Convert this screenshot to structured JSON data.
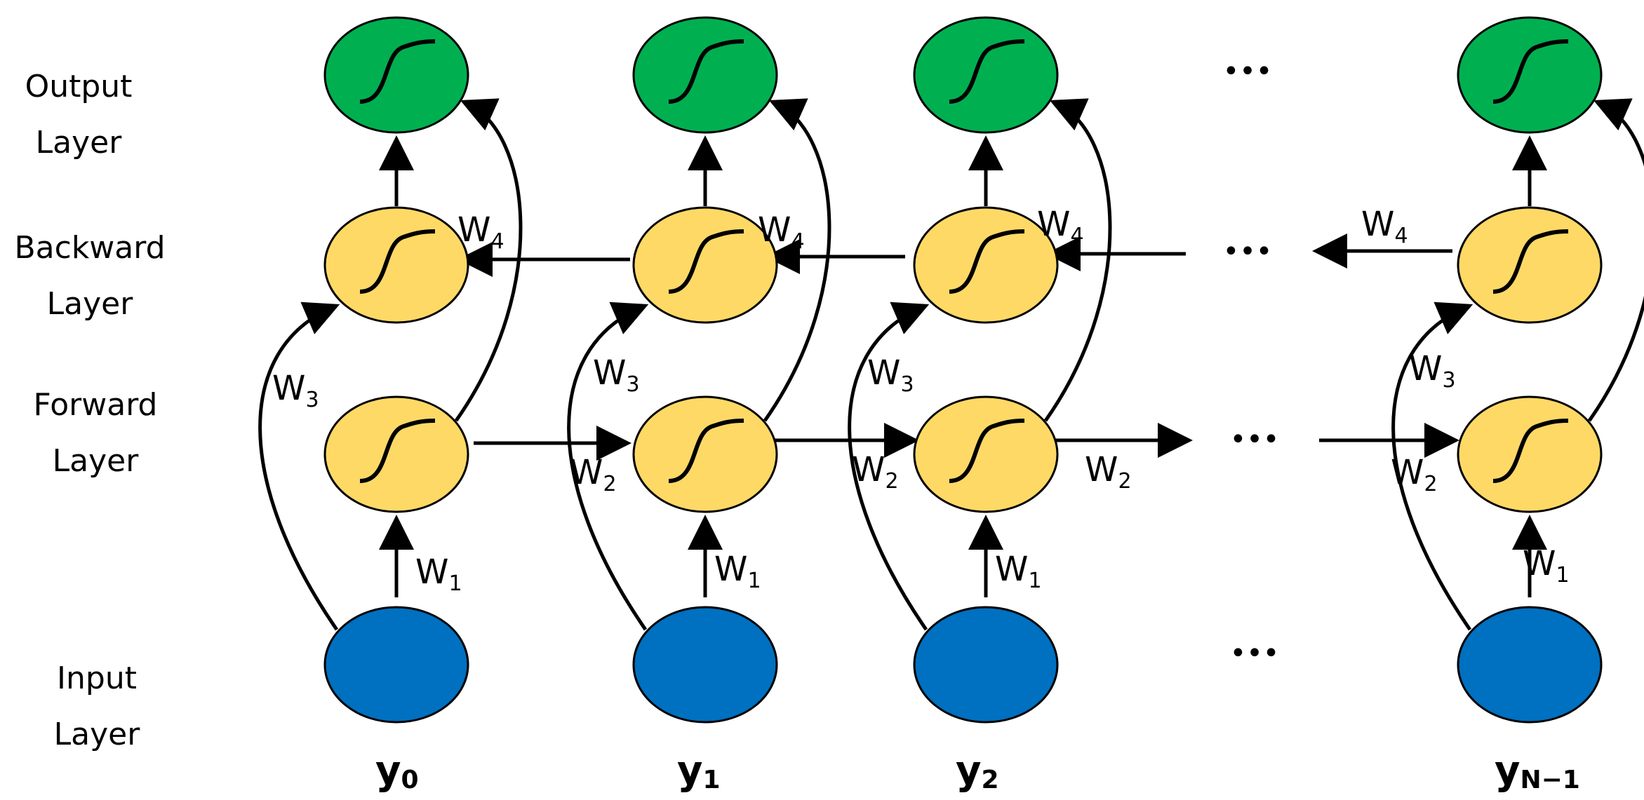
{
  "layer_labels": {
    "output": [
      "Output",
      "Layer"
    ],
    "backward": [
      "Backward",
      "Layer"
    ],
    "forward": [
      "Forward",
      "Layer"
    ],
    "input": [
      "Input",
      "Layer"
    ]
  },
  "weights": {
    "w1": {
      "base": "W",
      "sub": "1"
    },
    "w2": {
      "base": "W",
      "sub": "2"
    },
    "w3": {
      "base": "W",
      "sub": "3"
    },
    "w4": {
      "base": "W",
      "sub": "4"
    }
  },
  "inputs": [
    {
      "base": "y",
      "sub": "0"
    },
    {
      "base": "y",
      "sub": "1"
    },
    {
      "base": "y",
      "sub": "2"
    },
    {
      "base": "y",
      "sub": "N−1"
    }
  ],
  "ellipsis": "•••",
  "colors": {
    "output": "#00B050",
    "hidden": "#FFD966",
    "input": "#0070C0",
    "stroke": "#000000"
  }
}
